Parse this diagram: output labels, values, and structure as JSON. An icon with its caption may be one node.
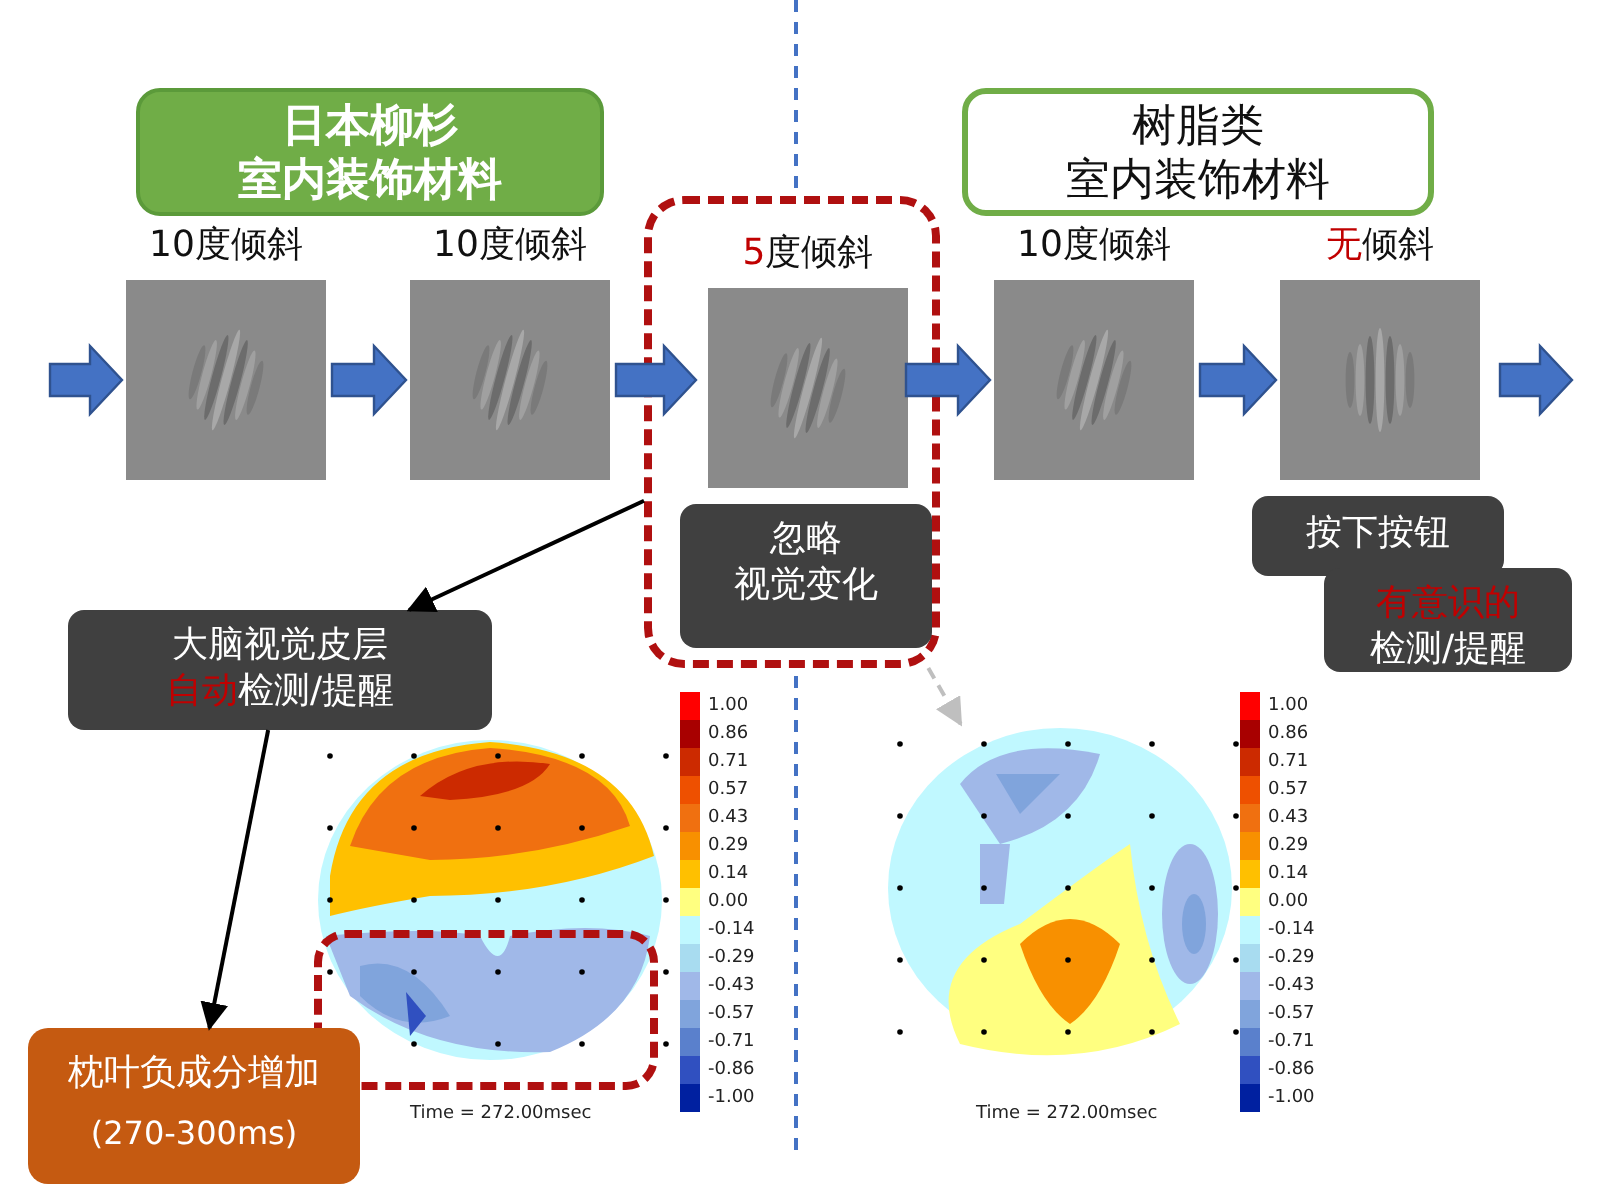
{
  "diagram": {
    "nodes": [
      {
        "text": [
          "日本柳杉",
          "室内装饰材料"
        ]
      },
      {
        "text": [
          "树脂类",
          "室内装饰材料"
        ]
      },
      {
        "text": [
          "10度倾斜"
        ]
      },
      {
        "text": [
          "10度倾斜"
        ]
      },
      {
        "text": [],
        "shape": "box"
      },
      {
        "text": [
          "5度倾斜"
        ],
        "in": 4
      },
      {
        "text": [
          "忽略",
          "视觉变化"
        ],
        "in": 4
      },
      {
        "text": [
          "10度倾斜"
        ]
      },
      {
        "text": [
          "无倾斜"
        ]
      },
      {
        "text": [
          "按下按钮"
        ]
      },
      {
        "text": [
          "有意识的",
          "检测/提醒"
        ]
      },
      {
        "text": [
          "大脑视觉皮层",
          "自动检测/提醒"
        ]
      },
      {
        "text": [],
        "shape": "picture"
      },
      {
        "text": [],
        "shape": "box"
      },
      {
        "text": [
          "枕叶负成分增加",
          "(270-300ms)"
        ]
      },
      {
        "text": [],
        "shape": "picture"
      }
    ],
    "edges": [
      {
        "from": null,
        "to": 2,
        "arrow": "to"
      },
      {
        "from": 2,
        "to": 3,
        "arrow": "to"
      },
      {
        "from": 3,
        "to": 5,
        "arrow": "to"
      },
      {
        "from": 5,
        "to": 7,
        "arrow": "to"
      },
      {
        "from": 7,
        "to": 8,
        "arrow": "to"
      },
      {
        "from": 8,
        "to": null,
        "arrow": "to"
      },
      {
        "from": 4,
        "to": 11,
        "arrow": "to",
        "color": "#000000"
      },
      {
        "from": 11,
        "to": 14,
        "arrow": "to",
        "color": "#000000"
      },
      {
        "from": 4,
        "to": 15,
        "arrow": "to",
        "style": "dashed",
        "color": "#bfbfbf"
      }
    ],
    "labels": [
      "Time = 272.00msec",
      "Time = 272.00msec"
    ],
    "legend": [
      {
        "text": "1.00",
        "color": "#ff0000"
      },
      {
        "text": "0.86",
        "color": "#a80000"
      },
      {
        "text": "0.71",
        "color": "#cc2a00"
      },
      {
        "text": "0.57",
        "color": "#ee5000"
      },
      {
        "text": "0.43",
        "color": "#f07010"
      },
      {
        "text": "0.29",
        "color": "#f89000"
      },
      {
        "text": "0.14",
        "color": "#ffc000"
      },
      {
        "text": "0.00",
        "color": "#ffff80"
      },
      {
        "text": "-0.14",
        "color": "#c0f8ff"
      },
      {
        "text": "-0.29",
        "color": "#a8dcf0"
      },
      {
        "text": "-0.43",
        "color": "#a0b8e8"
      },
      {
        "text": "-0.57",
        "color": "#80a4dc"
      },
      {
        "text": "-0.71",
        "color": "#5a80cc"
      },
      {
        "text": "-0.86",
        "color": "#3050c0"
      },
      {
        "text": "-1.00",
        "color": "#0020a0"
      },
      {
        "text": "1.00",
        "color": "#ff0000"
      },
      {
        "text": "0.86",
        "color": "#a80000"
      },
      {
        "text": "0.71",
        "color": "#cc2a00"
      },
      {
        "text": "0.57",
        "color": "#ee5000"
      },
      {
        "text": "0.43",
        "color": "#f07010"
      },
      {
        "text": "0.29",
        "color": "#f89000"
      },
      {
        "text": "0.14",
        "color": "#ffc000"
      },
      {
        "text": "0.00",
        "color": "#ffff80"
      },
      {
        "text": "-0.14",
        "color": "#c0f8ff"
      },
      {
        "text": "-0.29",
        "color": "#a8dcf0"
      },
      {
        "text": "-0.43",
        "color": "#a0b8e8"
      },
      {
        "text": "-0.57",
        "color": "#80a4dc"
      },
      {
        "text": "-0.71",
        "color": "#5a80cc"
      },
      {
        "text": "-0.86",
        "color": "#3050c0"
      },
      {
        "text": "-1.00",
        "color": "#0020a0"
      }
    ]
  }
}
